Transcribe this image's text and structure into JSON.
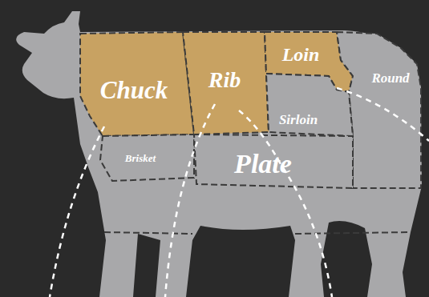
{
  "diagram": {
    "nodes": [
      {
        "text": [
          "Chuck"
        ]
      },
      {
        "text": [
          "Rib"
        ]
      },
      {
        "text": [
          "Loin"
        ]
      },
      {
        "text": [
          "Round"
        ]
      },
      {
        "text": [
          "Sirloin"
        ]
      },
      {
        "text": [
          "Brisket"
        ]
      },
      {
        "text": [
          "Plate"
        ]
      }
    ]
  }
}
